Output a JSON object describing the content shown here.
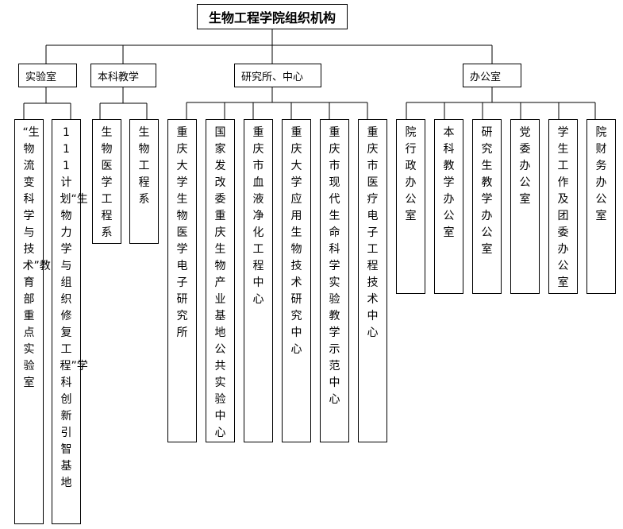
{
  "title": "生物工程学院组织机构",
  "groups": [
    {
      "label": "实验室",
      "children": [
        "“生物流变科学与技术”教育部重点实验室",
        "111计划“生物力学与组织修复工程”学科创新引智基地"
      ]
    },
    {
      "label": "本科教学",
      "children": [
        "生物医学工程系",
        "生物工程系"
      ]
    },
    {
      "label": "研究所、中心",
      "children": [
        "重庆大学生物医学电子研究所",
        "国家发改委重庆生物产业基地公共实验中心",
        "重庆市血液净化工程中心",
        "重庆大学应用生物技术研究中心",
        "重庆市现代生命科学实验教学示范中心",
        "重庆市医疗电子工程技术中心"
      ]
    },
    {
      "label": "办公室",
      "children": [
        "院行政办公室",
        "本科教学办公室",
        "研究生教学办公室",
        "党委办公室",
        "学生工作及团委办公室",
        "院财务办公室"
      ]
    }
  ]
}
